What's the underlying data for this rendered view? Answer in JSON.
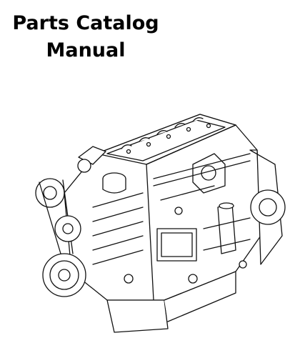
{
  "title": {
    "line1": "Parts Catalog",
    "line2": "Manual"
  },
  "illustration": {
    "icon": "engine-line-drawing",
    "stroke_color": "#111111",
    "fill_color": "#ffffff"
  }
}
